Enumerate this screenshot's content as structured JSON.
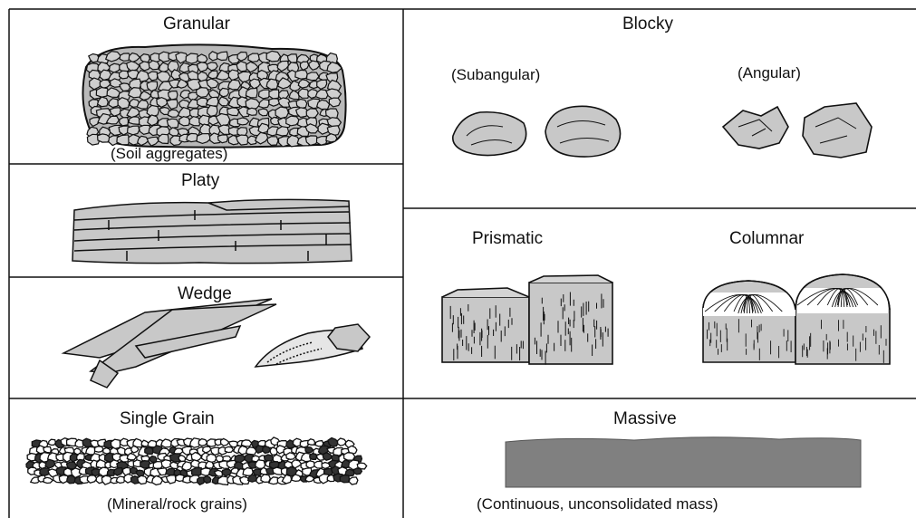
{
  "cells": {
    "granular": {
      "title": "Granular",
      "caption": "(Soil aggregates)"
    },
    "platy": {
      "title": "Platy"
    },
    "wedge": {
      "title": "Wedge"
    },
    "single_grain": {
      "title": "Single Grain",
      "caption": "(Mineral/rock grains)"
    },
    "blocky": {
      "title": "Blocky",
      "subangular": "(Subangular)",
      "angular": "(Angular)"
    },
    "prismatic": {
      "title": "Prismatic"
    },
    "columnar": {
      "title": "Columnar"
    },
    "massive": {
      "title": "Massive",
      "caption": "(Continuous, unconsolidated mass)"
    }
  },
  "colors": {
    "fill": "#c8c8c8",
    "line": "#111111",
    "massive_fill": "#808080"
  }
}
